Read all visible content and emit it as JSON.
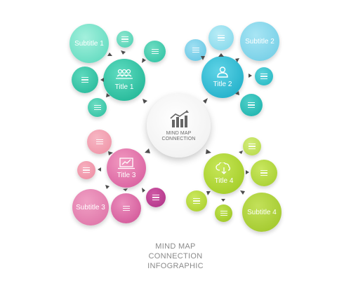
{
  "center": {
    "line1": "MIND MAP",
    "line2": "CONNECTION"
  },
  "groups": [
    {
      "title": "Title 1",
      "subtitle": "Subtitle 1",
      "icon": "people-group-icon",
      "color": "#2ec4a6"
    },
    {
      "title": "Title 2",
      "subtitle": "Subtitle 2",
      "icon": "user-icon",
      "color": "#27b8c9"
    },
    {
      "title": "Title 3",
      "subtitle": "Subtitle 3",
      "icon": "laptop-chart-icon",
      "color": "#d04d93"
    },
    {
      "title": "Title 4",
      "subtitle": "Subtitle 4",
      "icon": "cloud-download-icon",
      "color": "#a7cf2b"
    }
  ],
  "footer": {
    "line1": "MIND MAP",
    "line2": "CONNECTION",
    "line3": "INFOGRAPHIC"
  },
  "colors": {
    "teal": "#2ec4a6",
    "cyan": "#27b8c9",
    "magenta": "#d04d93",
    "pink": "#ef8aa0",
    "lime": "#a7cf2b",
    "center_icon": "#666666",
    "arrow": "#4d4d4d"
  }
}
